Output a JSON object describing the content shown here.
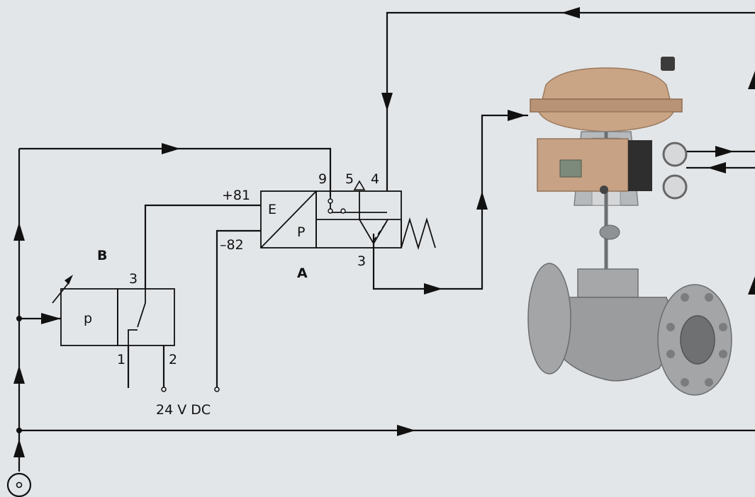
{
  "labels": {
    "block_b": "B",
    "block_a": "A",
    "switch_port_3": "3",
    "switch_port_1": "1",
    "switch_port_2": "2",
    "pressure_symbol": "p",
    "supply_voltage": "24 V DC",
    "terminal_plus": "+81",
    "terminal_minus": "–82",
    "converter_e": "E",
    "converter_p": "P",
    "port_9": "9",
    "port_5": "5",
    "port_4": "4",
    "port_3": "3"
  },
  "icons": {
    "source": "pressure-source-icon",
    "valve": "control-valve-icon",
    "flow_arrow": "flow-arrow-icon"
  },
  "colors": {
    "background": "#e3e6e9",
    "line": "#111111",
    "actuator": "#c9a585",
    "valve_body": "#9a9c9e",
    "positioner": "#c7a284"
  }
}
